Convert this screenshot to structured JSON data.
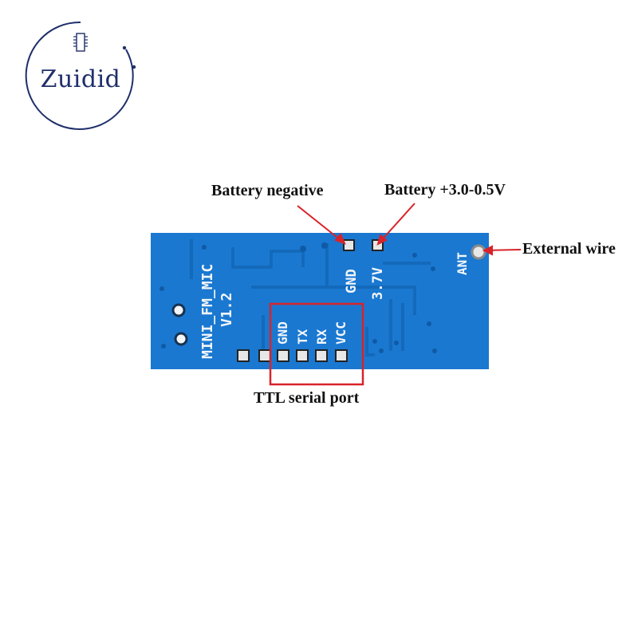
{
  "logo": {
    "brand": "Zuidid"
  },
  "annotations": {
    "battery_negative": "Battery negative",
    "battery_positive": "Battery +3.0-0.5V",
    "external_wire": "External wire",
    "ttl_serial_port": "TTL serial port"
  },
  "board": {
    "model": "MINI_FM_MIC",
    "version": "V1.2",
    "pad_gnd": "GND",
    "pad_3v": "3.7V",
    "pins": [
      "GND",
      "TX",
      "RX",
      "VCC"
    ],
    "ant": "ANT"
  },
  "colors": {
    "pcb": "#1a78d0",
    "pcb_trace": "#1469ba",
    "callout": "#d9232a",
    "brand": "#1f2f6a"
  }
}
